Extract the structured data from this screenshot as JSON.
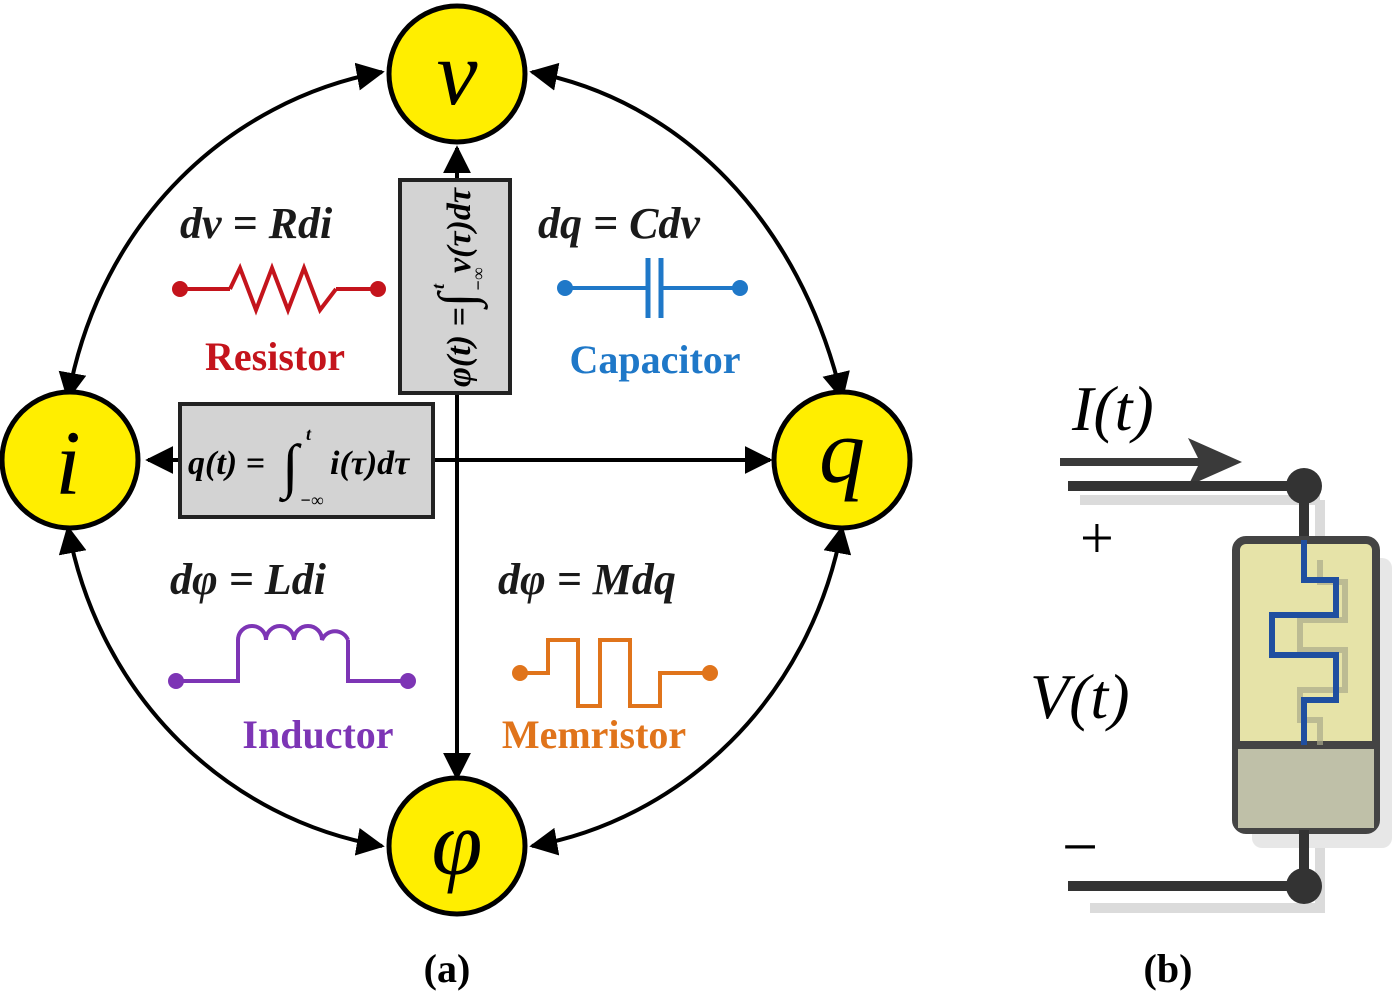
{
  "panel_a": {
    "label": "(a)",
    "nodes": {
      "v": "v",
      "i": "i",
      "q": "q",
      "phi": "φ"
    },
    "flux_box": {
      "lhs": "φ(t) = ",
      "integrand": "v(τ)dτ",
      "upper": "t",
      "lower": "−∞"
    },
    "charge_box": {
      "lhs": "q(t) = ",
      "integrand": "i(τ)dτ",
      "upper": "t",
      "lower": "−∞"
    },
    "elements": {
      "resistor": {
        "equation": "dv = Rdi",
        "label": "Resistor",
        "color": "#c4141c"
      },
      "capacitor": {
        "equation": "dq = Cdv",
        "label": "Capacitor",
        "color": "#1f78c8"
      },
      "inductor": {
        "equation": "dφ = Ldi",
        "label": "Inductor",
        "color": "#7d35b5"
      },
      "memristor": {
        "equation": "dφ = Mdq",
        "label": "Memristor",
        "color": "#e0741b"
      }
    },
    "node_color": "#ffee00"
  },
  "panel_b": {
    "label": "(b)",
    "current": "I(t)",
    "voltage": "V(t)",
    "plus": "+",
    "minus": "−",
    "device_color": "#e6e3a8",
    "trace_color": "#1f4fa0"
  }
}
